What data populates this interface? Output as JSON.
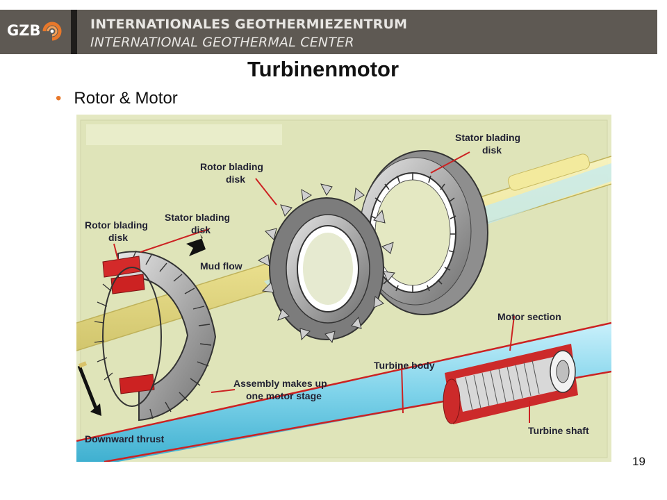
{
  "header": {
    "logo_text": "GZB",
    "title_de": "INTERNATIONALES GEOTHERMIEZENTRUM",
    "title_en": "INTERNATIONAL GEOTHERMAL CENTER",
    "colors": {
      "bar": "#5e5953",
      "separator": "#1f1d1b",
      "logo_accent": "#e8782a"
    }
  },
  "slide": {
    "title": "Turbinenmotor",
    "bullet": "Rotor & Motor",
    "bullet_color": "#e8782a",
    "page_number": "19"
  },
  "figure": {
    "labels": {
      "stator_top_1": "Stator blading",
      "stator_top_2": "disk",
      "rotor_mid_1": "Rotor blading",
      "rotor_mid_2": "disk",
      "stator_left_1": "Stator blading",
      "stator_left_2": "disk",
      "rotor_left_1": "Rotor blading",
      "rotor_left_2": "disk",
      "mud_flow": "Mud flow",
      "motor_section": "Motor section",
      "turbine_body": "Turbine body",
      "assembly_1": "Assembly makes up",
      "assembly_2": "one motor stage",
      "downward_thrust": "Downward thrust",
      "turbine_shaft": "Turbine shaft"
    },
    "colors": {
      "background": "#e4e8c2",
      "shaft": "#f0e58a",
      "pipe": "#8fd8ec",
      "pointer": "#cc2222",
      "metal": "#b9b9b9"
    }
  }
}
